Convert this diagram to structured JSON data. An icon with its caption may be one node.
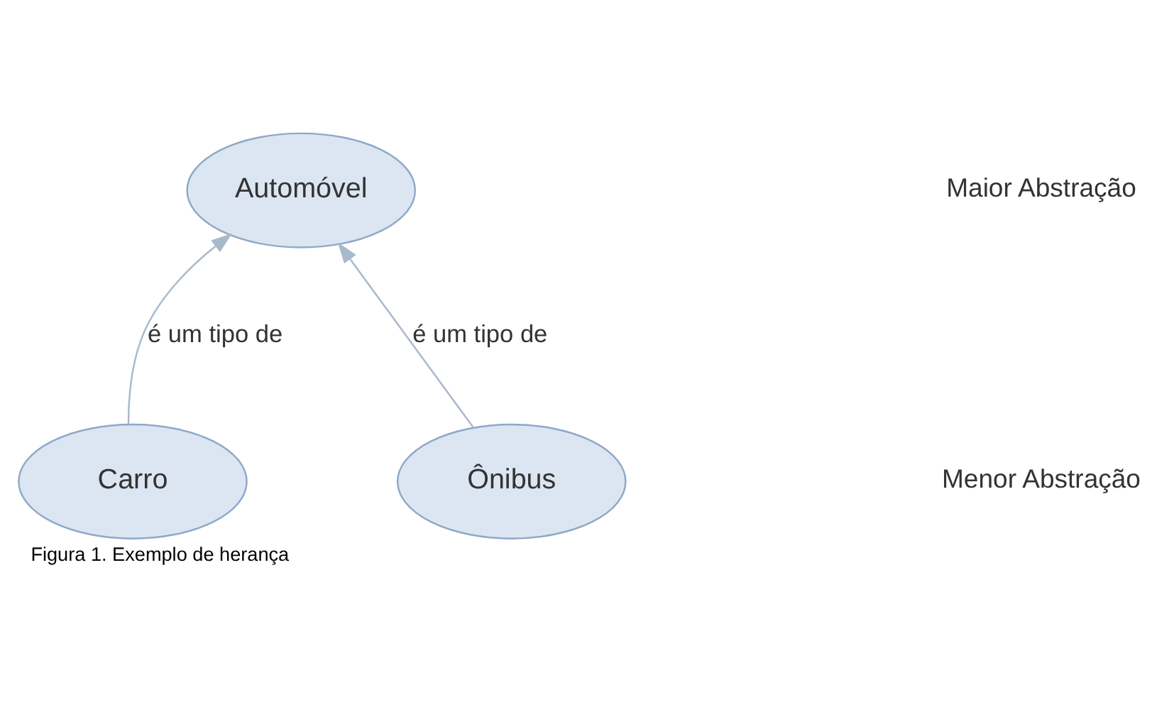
{
  "diagram": {
    "caption": "Figura 1. Exemplo de herança",
    "nodes": [
      {
        "text": [
          "Automóvel"
        ]
      },
      {
        "text": [
          "Carro"
        ]
      },
      {
        "text": [
          "Ônibus"
        ]
      }
    ],
    "edges": [
      {
        "from": 1,
        "to": 0,
        "arrow": "to",
        "label": "é um tipo de"
      },
      {
        "from": 2,
        "to": 0,
        "arrow": "to",
        "label": "é um tipo de"
      }
    ],
    "labels": [
      "Maior Abstração",
      "Menor Abstração"
    ]
  }
}
